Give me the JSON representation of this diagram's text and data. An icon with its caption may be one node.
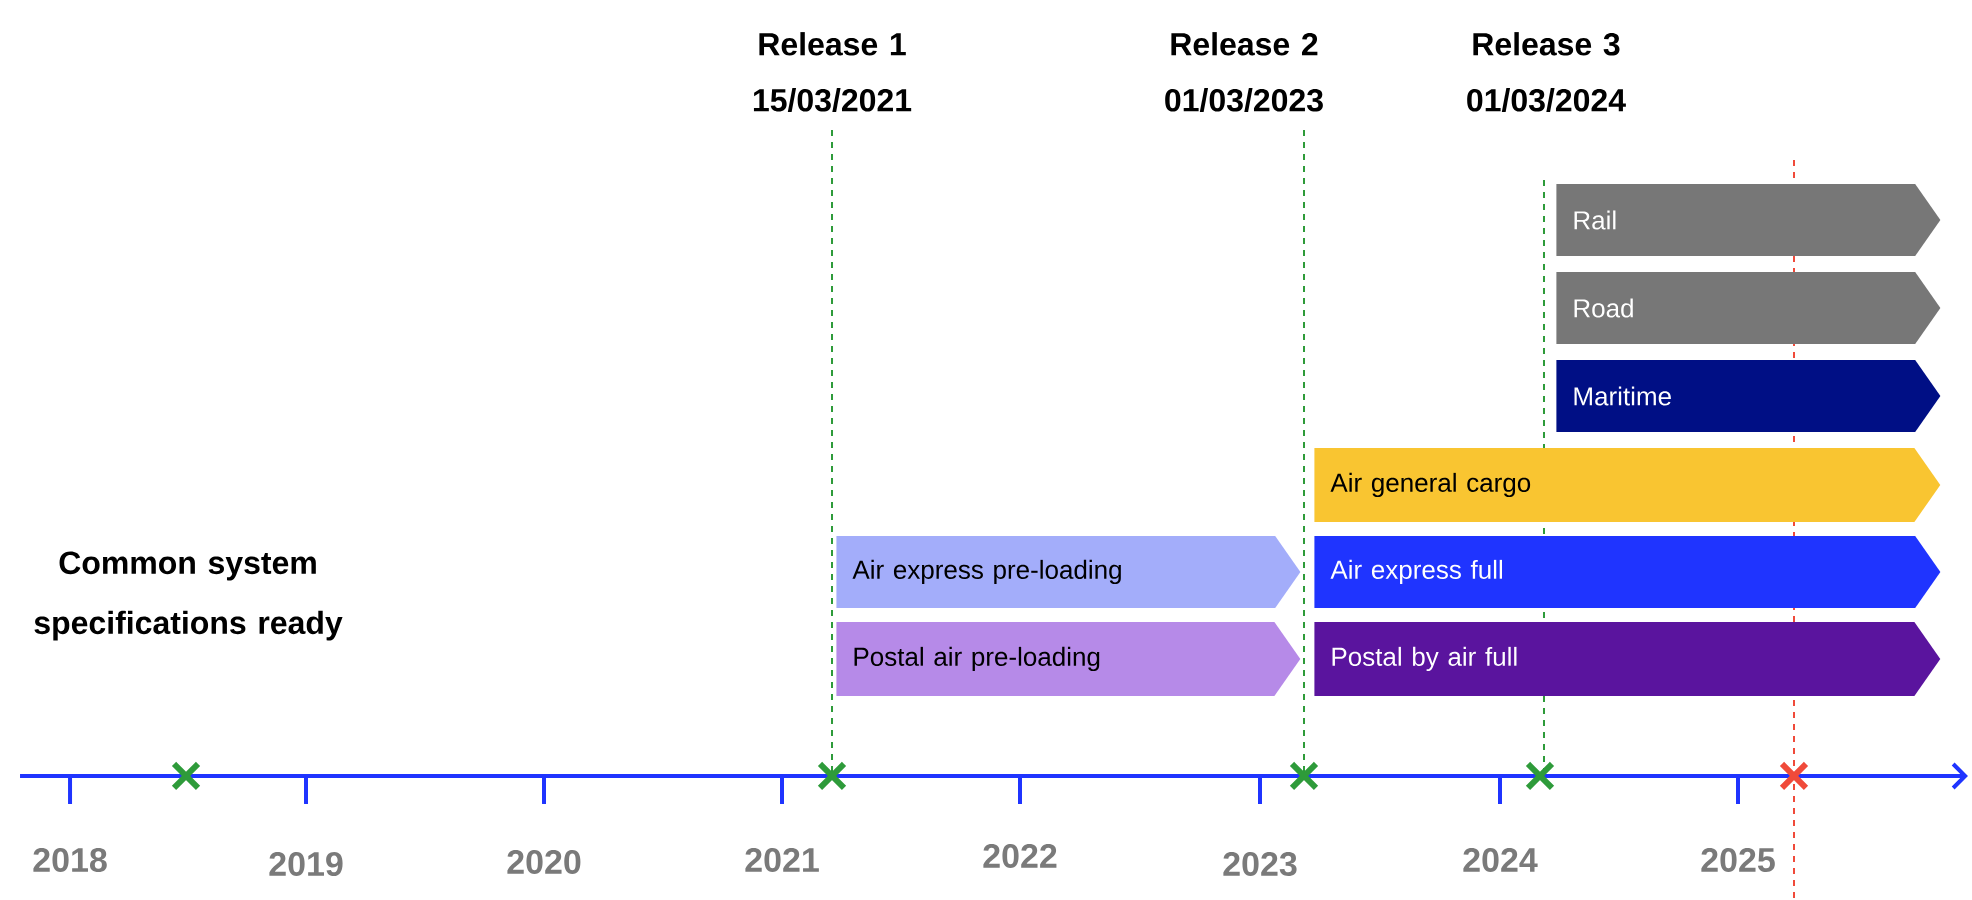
{
  "diagram": {
    "nodes": [
      {
        "text": [
          "Rail"
        ]
      },
      {
        "text": [
          "Road"
        ]
      },
      {
        "text": [
          "Maritime"
        ]
      },
      {
        "text": [
          "Air general cargo"
        ]
      },
      {
        "text": [
          "Air express pre-loading"
        ]
      },
      {
        "text": [
          "Air express full"
        ]
      },
      {
        "text": [
          "Postal air pre-loading"
        ]
      },
      {
        "text": [
          "Postal by air full"
        ]
      }
    ],
    "labels": [
      "Release 1 15/03/2021",
      "Release 2 01/03/2023",
      "Release 3 01/03/2024",
      "Common system specifications ready",
      "2018",
      "2019",
      "2020",
      "2021",
      "2022",
      "2023",
      "2024",
      "2025"
    ]
  }
}
